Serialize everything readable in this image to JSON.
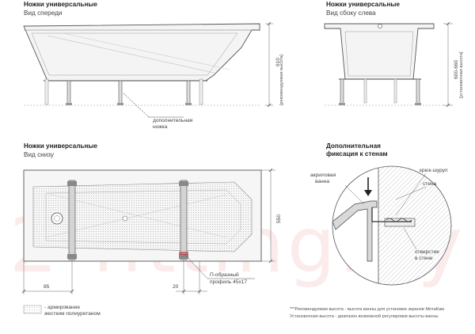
{
  "sections": {
    "front": {
      "title": "Ножки универсальные",
      "subtitle": "Вид спереди",
      "height_dim": "610",
      "height_note": "[рекомендуемая высота]",
      "extra_leg_label": [
        "дополнительная",
        "ножка"
      ]
    },
    "side": {
      "title": "Ножки универсальные",
      "subtitle": "Вид сбоку слева",
      "height_dim": "600-660",
      "height_note": "[установочная высота]"
    },
    "bottom": {
      "title": "Ножки универсальные",
      "subtitle": "Вид снизу",
      "dim_width": "550",
      "dim_left": "85",
      "dim_right": "20",
      "profile_label": [
        "П-образный",
        "профиль 45х17"
      ]
    },
    "fixation": {
      "title": [
        "Дополнительная",
        "фиксация к стенам"
      ],
      "labels": {
        "acrylic": [
          "акриловая",
          "ванна"
        ],
        "screw": "крюк-шуруп",
        "wall": "стена",
        "hole": [
          "отверстие",
          "в стене"
        ]
      }
    }
  },
  "legend": {
    "text": [
      "- армирование",
      "жестким полиуретаном"
    ]
  },
  "footnote": [
    "***Рекомендуемая высота - высота ванны для установки экранов МетаКам",
    "Установочная высота - диапазон возможной регулировки высоты ванны"
  ],
  "watermark": "2-fitting.by"
}
